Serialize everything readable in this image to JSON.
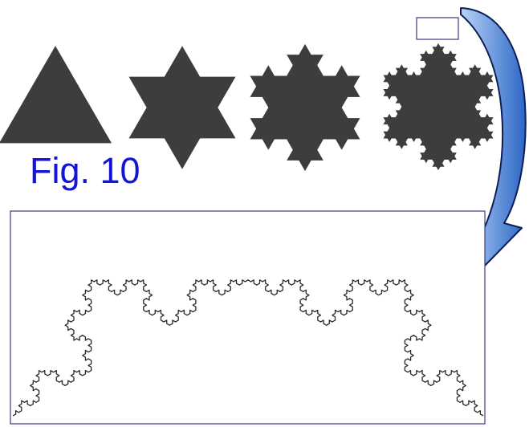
{
  "figure": {
    "label": "Fig. 10",
    "label_color": "#1414d8"
  },
  "colors": {
    "shape_fill": "#3d3d3d",
    "zoom_frame": "#3a3a8a",
    "arrow_light": "#b8d4f6",
    "arrow_dark": "#2c66c6",
    "arrow_outline": "#0e1e55",
    "detail_stroke": "#2a2a2a"
  },
  "iterations": [
    {
      "name": "koch-iteration-0",
      "level": 0
    },
    {
      "name": "koch-iteration-1",
      "level": 1
    },
    {
      "name": "koch-iteration-2",
      "level": 2
    },
    {
      "name": "koch-iteration-3",
      "level": 3
    }
  ],
  "detail_view": {
    "level": 4
  },
  "icons": {
    "arrow": "curved-arrow-icon"
  }
}
